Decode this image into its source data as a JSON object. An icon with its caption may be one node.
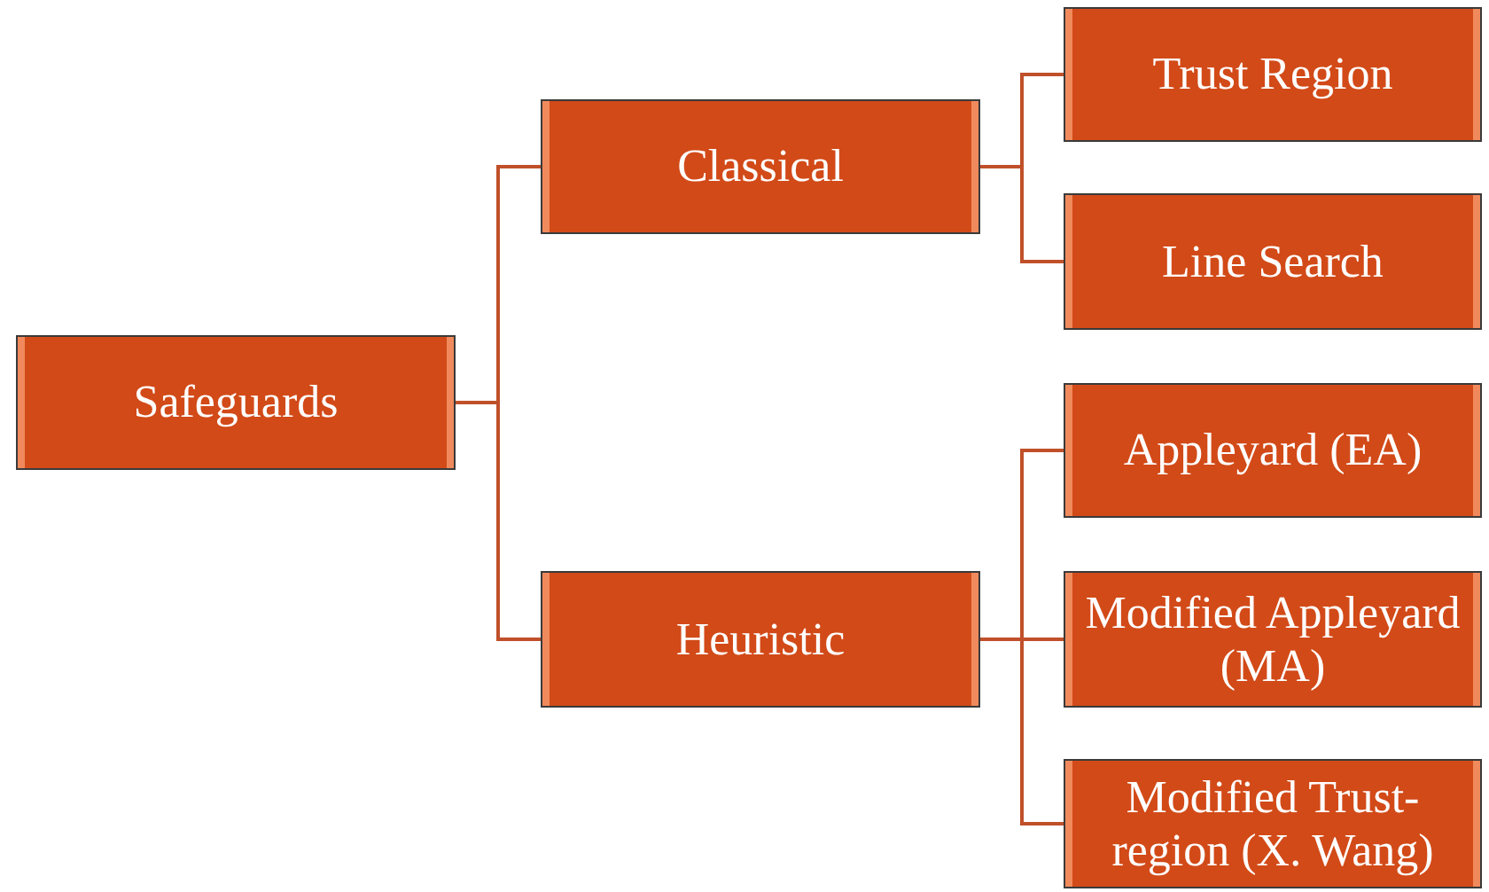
{
  "diagram": {
    "nodes": [
      {
        "text": [
          "Safeguards"
        ]
      },
      {
        "text": [
          "Classical"
        ]
      },
      {
        "text": [
          "Heuristic"
        ]
      },
      {
        "text": [
          "Trust Region"
        ]
      },
      {
        "text": [
          "Line Search"
        ]
      },
      {
        "text": [
          "Appleyard (EA)"
        ]
      },
      {
        "text": [
          "Modified Appleyard (MA)"
        ]
      },
      {
        "text": [
          "Modified Trust-region (X. Wang)"
        ]
      }
    ],
    "edges": [
      {
        "from": 0,
        "to": 1,
        "arrow": "none"
      },
      {
        "from": 0,
        "to": 2,
        "arrow": "none"
      },
      {
        "from": 1,
        "to": 3,
        "arrow": "none"
      },
      {
        "from": 1,
        "to": 4,
        "arrow": "none"
      },
      {
        "from": 2,
        "to": 5,
        "arrow": "none"
      },
      {
        "from": 2,
        "to": 6,
        "arrow": "none"
      },
      {
        "from": 2,
        "to": 7,
        "arrow": "none"
      }
    ]
  }
}
